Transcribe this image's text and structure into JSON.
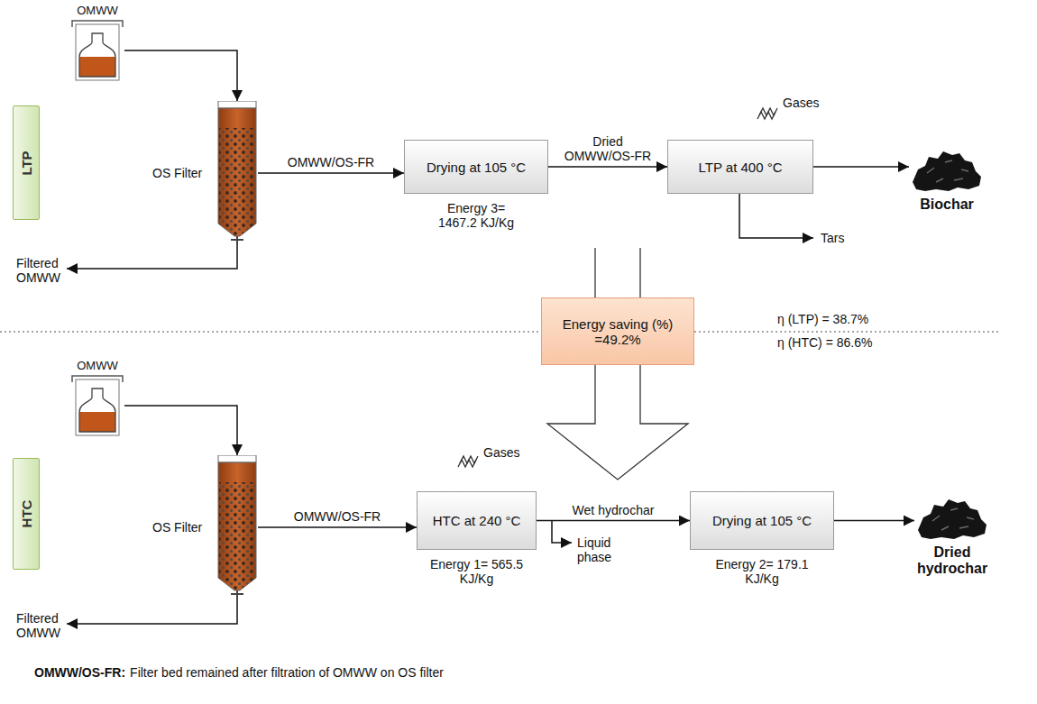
{
  "diagram": {
    "nodes": [
      {
        "text": [
          "LTP"
        ]
      },
      {
        "text": [
          "OMWW"
        ]
      },
      {
        "text": [
          "OS Filter"
        ]
      },
      {
        "text": [
          "Drying at 105 °C",
          "Energy 3= 1467.2 KJ/Kg"
        ]
      },
      {
        "text": [
          "LTP at 400 °C"
        ]
      },
      {
        "text": [
          "Biochar"
        ]
      },
      {
        "text": [
          "Energy saving (%) =49.2%"
        ]
      },
      {
        "text": [
          "HTC"
        ]
      },
      {
        "text": [
          "OMWW"
        ]
      },
      {
        "text": [
          "OS Filter"
        ]
      },
      {
        "text": [
          "HTC at 240 °C",
          "Energy 1= 565.5 KJ/Kg"
        ]
      },
      {
        "text": [
          "Drying at 105 °C",
          "Energy 2= 179.1 KJ/Kg"
        ]
      },
      {
        "text": [
          "Dried hydrochar"
        ]
      }
    ],
    "edges": [
      {
        "from": 1,
        "to": 2,
        "arrow": "to"
      },
      {
        "from": 2,
        "to": 3,
        "label": "OMWW/OS-FR",
        "arrow": "to"
      },
      {
        "from": 3,
        "to": 4,
        "label": "Dried OMWW/OS-FR",
        "arrow": "to"
      },
      {
        "from": 4,
        "to": 5,
        "arrow": "to"
      },
      {
        "from": 8,
        "to": 9,
        "arrow": "to"
      },
      {
        "from": 9,
        "to": 10,
        "label": "OMWW/OS-FR",
        "arrow": "to"
      },
      {
        "from": 10,
        "to": 11,
        "label": "Wet hydrochar",
        "arrow": "to"
      },
      {
        "from": 11,
        "to": 12,
        "arrow": "to"
      }
    ],
    "labels": [
      "Filtered OMWW",
      "Gases",
      "Tars",
      "η (LTP) = 38.7%",
      "η (HTC) = 86.6%",
      "Filtered OMWW",
      "Gases",
      "Liquid phase",
      "OMWW/OS-FR:",
      "Filter bed remained after filtration of OMWW on OS filter"
    ]
  }
}
